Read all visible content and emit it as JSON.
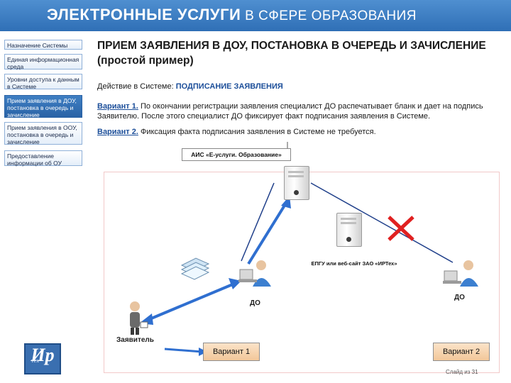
{
  "header": {
    "title_bold": "ЭЛЕКТРОННЫЕ УСЛУГИ",
    "title_rest": " В СФЕРЕ ОБРАЗОВАНИЯ"
  },
  "sidebar": {
    "items": [
      {
        "label": "Назначение Системы"
      },
      {
        "label": "Единая информационная среда"
      },
      {
        "label": "Уровни доступа к данным в Системе"
      },
      {
        "label": "Прием заявления в ДОУ, постановка в очередь и зачисление"
      },
      {
        "label": "Прием заявления в ООУ, постановка в очередь и зачисление"
      },
      {
        "label": "Предоставление информации об ОУ"
      }
    ],
    "logo_text": "Ир",
    "logo_sub": "тех"
  },
  "main": {
    "title": "ПРИЕМ ЗАЯВЛЕНИЯ В ДОУ, ПОСТАНОВКА В ОЧЕРЕДЬ И ЗАЧИСЛЕНИЕ (простой пример)",
    "action_prefix": "Действие в Системе: ",
    "action_value": "ПОДПИСАНИЕ  ЗАЯВЛЕНИЯ",
    "variant1_label": "Вариант 1.",
    "variant1_text": " По окончании регистрации заявления специалист ДО распечатывает бланк и дает на подпись Заявителю. После этого специалист ДО фиксирует факт подписания заявления в Системе.",
    "variant2_label": "Вариант 2.",
    "variant2_text": " Фиксация факта подписания заявления в  Системе не требуется."
  },
  "diagram": {
    "server_label": "АИС «Е-услуги. Образование»",
    "epgu_label": "ЕПГУ или веб-сайт ЗАО «ИРТех»",
    "do_left": "ДО",
    "do_right": "ДО",
    "applicant": "Заявитель",
    "variant1_button": "Вариант 1",
    "variant2_button": "Вариант 2",
    "colors": {
      "arrow_blue": "#2f6fd0",
      "cross_red": "#e02020",
      "line_blue": "#1f3f8a"
    }
  },
  "footer": {
    "slide_number": "Слайд из 31"
  }
}
